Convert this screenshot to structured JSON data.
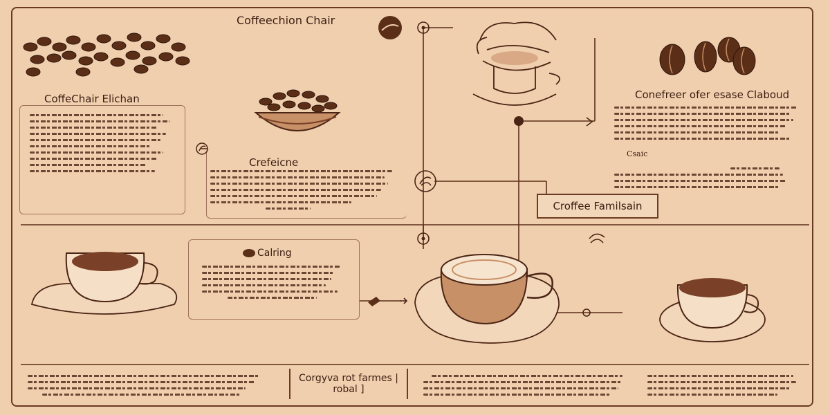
{
  "titles": {
    "main": "Coffeechion Chair",
    "left_panel": "CoffeChair Elichan",
    "middle_panel": "Crefeicne",
    "right_panel": "Conefreer ofer esase  Claboud",
    "right_small": "Csaic",
    "callout_box": "Croffee Familsain",
    "bottom_middle_panel": "Calring",
    "bottom_box_line1": "Corgyva rot farmes |",
    "bottom_box_line2": "robal ]"
  },
  "colors": {
    "background": "#f0cfae",
    "ink": "#4a2414",
    "bean": "#5b2e17",
    "coffee": "#7a4028",
    "cup_fill": "#c89067",
    "border": "#6b3a22"
  },
  "icons": [
    "coffee-beans-icon",
    "coffee-bean-icon",
    "bowl-icon",
    "cup-icon",
    "latte-cup-icon",
    "steam-icon",
    "leaf-icon",
    "node-icon",
    "arrow-icon"
  ]
}
